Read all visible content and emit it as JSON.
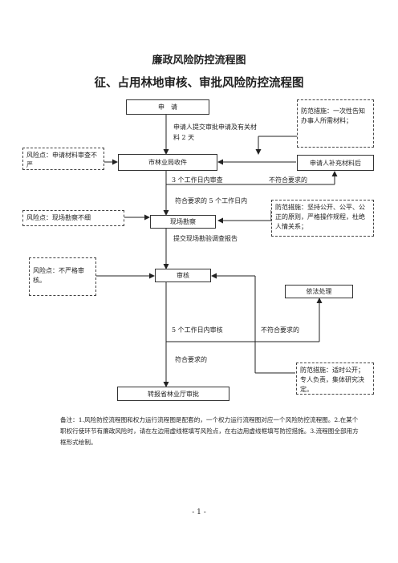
{
  "title": "廉政风险防控流程图",
  "subtitle": "征、占用林地审核、审批风险防控流程图",
  "nodes": {
    "apply": "申　请",
    "city_bureau": "市林业局收件",
    "site_survey": "现场勘察",
    "review": "审核",
    "forward": "转报省林业厅审批",
    "supplement": "申请人补充材料后",
    "legal": "依法处理"
  },
  "edge_labels": {
    "submit_materials": "申请人提交审批申请及有关材料 2 天",
    "review_3days": "3 个工作日内审查",
    "not_meet_1": "不符合要求的",
    "meet_5days": "符合要求的 5 个工作日内",
    "submit_report": "提交现场勘验调查报告",
    "review_5days": "5 个工作日内审核",
    "not_meet_2": "不符合要求的",
    "meet": "符合要求的"
  },
  "risk_points": {
    "r1": "风险点：申请材料审查不严",
    "r2": "风险点：现场勘察不细",
    "r3": "风险点：不严格审核。"
  },
  "measures": {
    "m1": "防范措施：一次性告知办事人所需材料；",
    "m2": "防范措施：坚持公开、公平、公正的原则，严格操作规程，杜绝人情关系；",
    "m3": "防范措施：适时公开；专人负责，集体研究决定。"
  },
  "footnote": "备注：1.风险防控流程图和权力运行流程图是配套的，一个权力运行流程图对应一个风险防控流程图。2.在某个职权行使环节有廉政风险时，请在左边用虚线框填写风险点，在右边用虚线框填写防控措施。3.流程图全部用方框形式绘制。",
  "page_number": "- 1 -"
}
